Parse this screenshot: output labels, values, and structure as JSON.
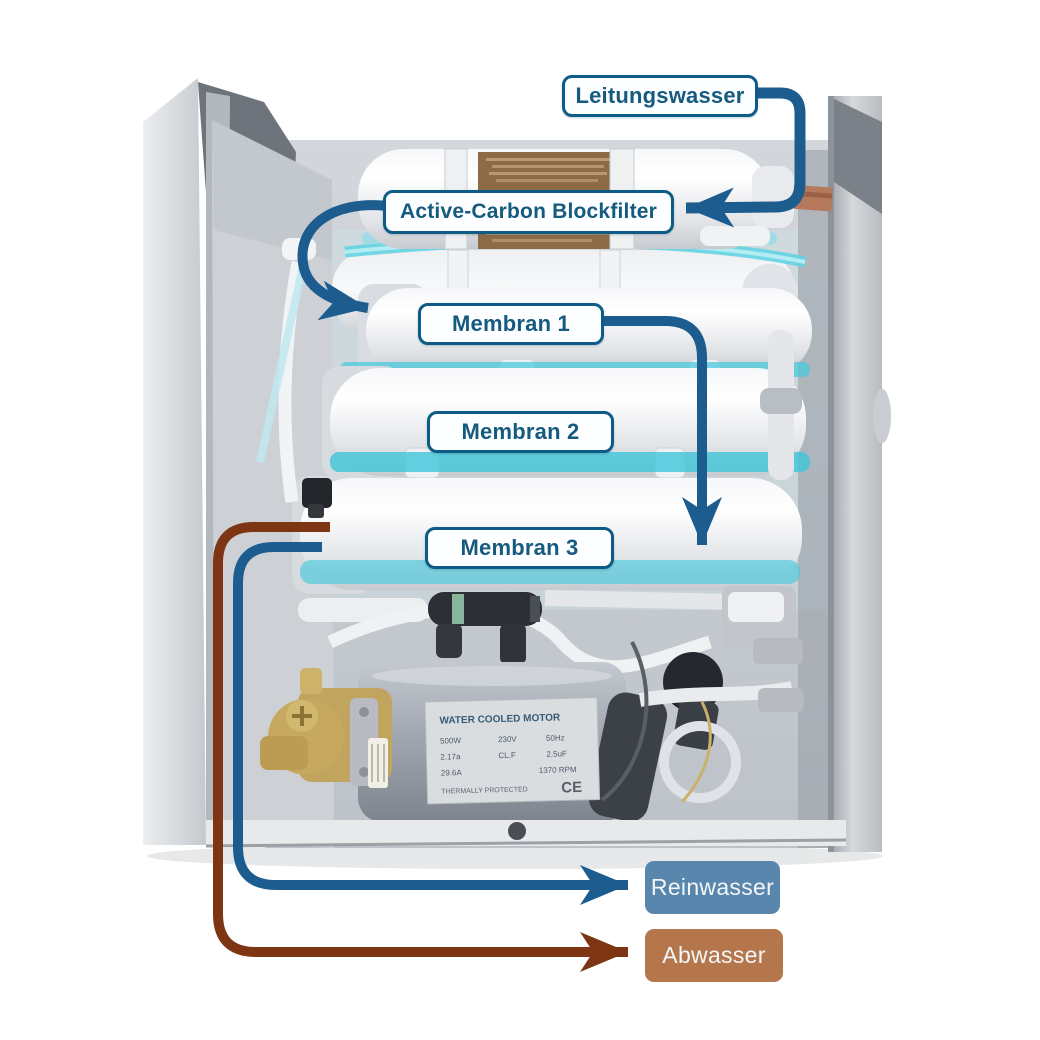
{
  "diagram": {
    "labels": {
      "leitungswasser": "Leitungswasser",
      "active_carbon": "Active-Carbon Blockfilter",
      "membran1": "Membran 1",
      "membran2": "Membran 2",
      "membran3": "Membran 3"
    },
    "outputs": {
      "reinwasser": "Reinwasser",
      "abwasser": "Abwasser"
    },
    "colors": {
      "annotation_blue": "#1d5c8f",
      "annotation_brown": "#7d3514",
      "callout_border": "#0d5c86",
      "callout_text": "#155a7f",
      "reinwasser_fill": "#5986ac",
      "abwasser_fill": "#b4764a",
      "water_highlight_cyan": "#55cfe2"
    },
    "motor_plate": {
      "title": "WATER COOLED MOTOR",
      "rows": [
        [
          "500W",
          "230V",
          "50Hz"
        ],
        [
          "2.17a",
          "CL.F",
          "2.5uF"
        ],
        [
          "29.6A",
          "",
          "1370 RPM"
        ]
      ],
      "footer": "THERMALLY PROTECTED",
      "ce_mark": "CE"
    }
  }
}
